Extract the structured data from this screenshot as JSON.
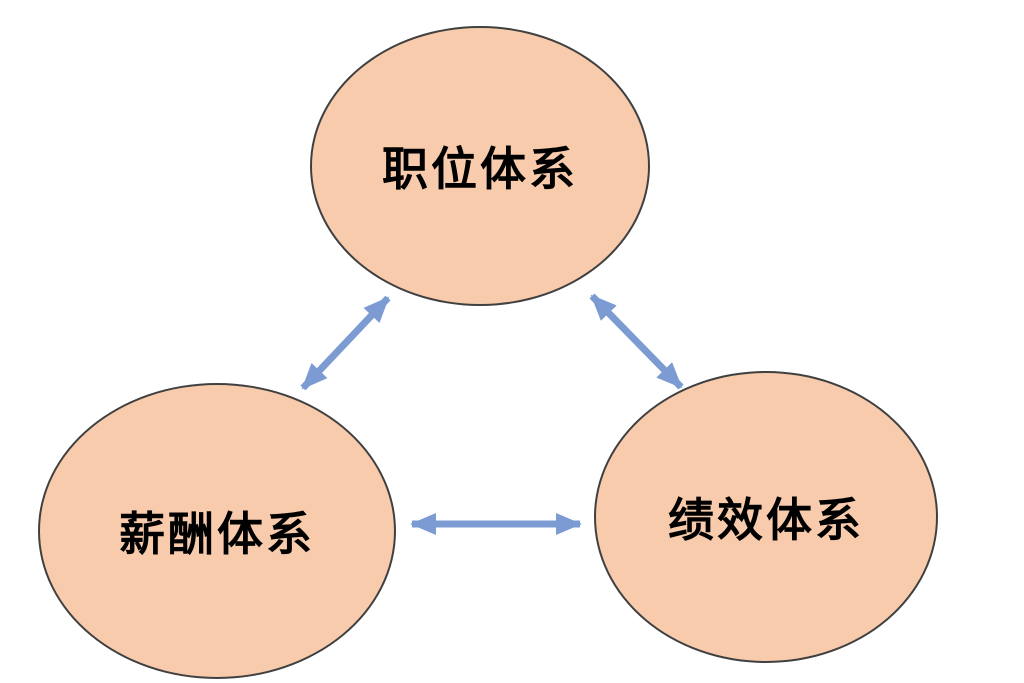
{
  "diagram": {
    "type": "triangle-relationship",
    "nodes": [
      {
        "id": "position-system",
        "label": "职位体系"
      },
      {
        "id": "compensation-system",
        "label": "薪酬体系"
      },
      {
        "id": "performance-system",
        "label": "绩效体系"
      }
    ],
    "edges": [
      {
        "from": "position-system",
        "to": "compensation-system",
        "bidirectional": true
      },
      {
        "from": "position-system",
        "to": "performance-system",
        "bidirectional": true
      },
      {
        "from": "compensation-system",
        "to": "performance-system",
        "bidirectional": true
      }
    ]
  },
  "colors": {
    "node_fill": "#f8cbad",
    "node_border": "#404040",
    "arrow": "#7b9bd2",
    "text": "#000000",
    "background": "#ffffff"
  }
}
